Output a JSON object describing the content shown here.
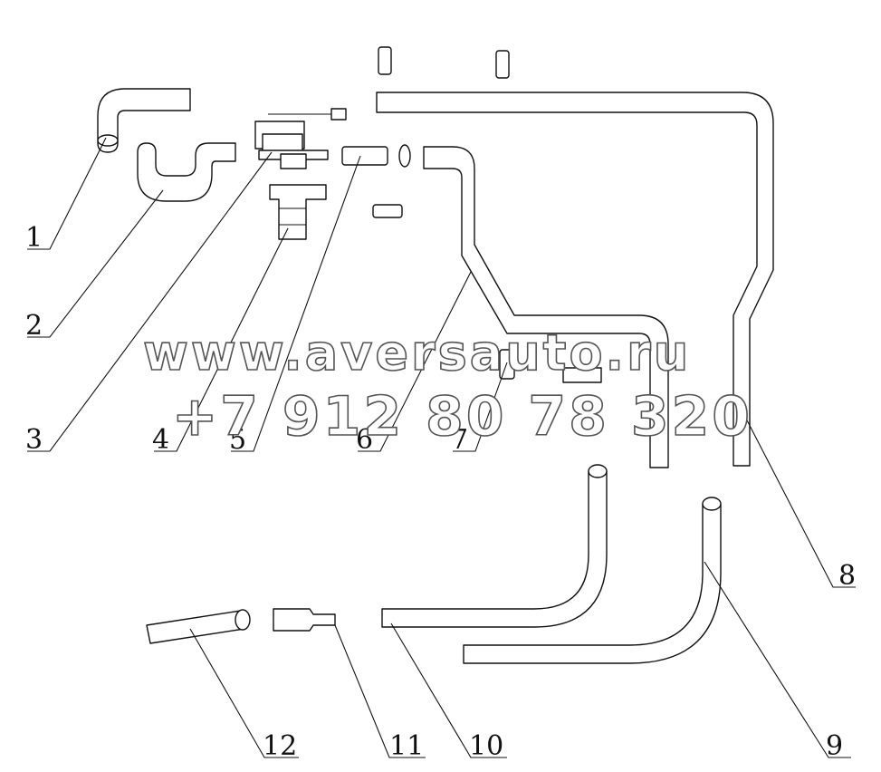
{
  "callouts": [
    {
      "id": "c1",
      "label": "1"
    },
    {
      "id": "c2",
      "label": "2"
    },
    {
      "id": "c3",
      "label": "3"
    },
    {
      "id": "c4",
      "label": "4"
    },
    {
      "id": "c5",
      "label": "5"
    },
    {
      "id": "c6",
      "label": "6"
    },
    {
      "id": "c7",
      "label": "7"
    },
    {
      "id": "c8",
      "label": "8"
    },
    {
      "id": "c9",
      "label": "9"
    },
    {
      "id": "c10",
      "label": "10"
    },
    {
      "id": "c11",
      "label": "11"
    },
    {
      "id": "c12",
      "label": "12"
    }
  ],
  "watermark": {
    "site": "www.aversauto.ru",
    "phone": "+7 912 80 78 320"
  }
}
